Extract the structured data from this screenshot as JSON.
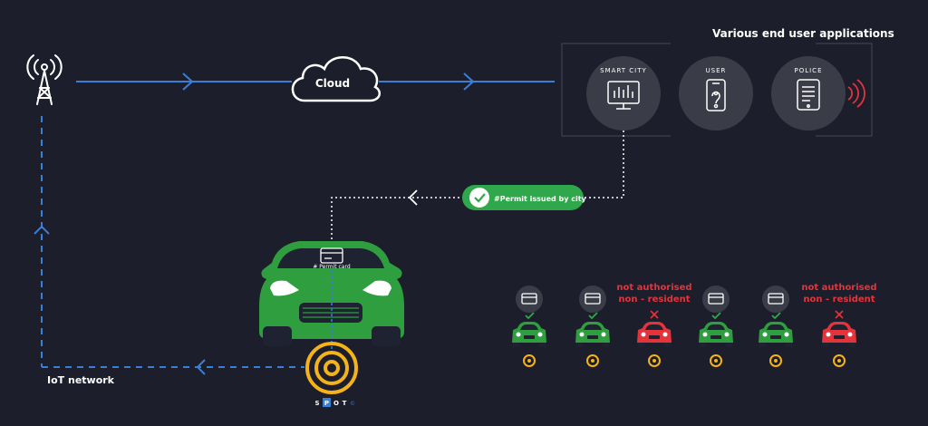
{
  "header": {
    "apps_title": "Various end user applications"
  },
  "network": {
    "iot_label": "IoT network",
    "cloud_label": "Cloud"
  },
  "apps": [
    {
      "label": "SMART CITY",
      "icon": "monitor-chart-icon"
    },
    {
      "label": "USER",
      "icon": "smartphone-icon"
    },
    {
      "label": "POLICE",
      "icon": "tablet-document-icon"
    }
  ],
  "permit": {
    "pill_label": "#Permit issued by city",
    "card_label": "# Permit card"
  },
  "sensor": {
    "brand_letters": [
      "S",
      "P",
      "O",
      "T",
      "©"
    ]
  },
  "parking_row": [
    {
      "status": "authorised"
    },
    {
      "status": "authorised"
    },
    {
      "status": "not_authorised",
      "label_line1": "not authorised",
      "label_line2": "non - resident"
    },
    {
      "status": "authorised"
    },
    {
      "status": "authorised"
    },
    {
      "status": "not_authorised",
      "label_line1": "not authorised",
      "label_line2": "non - resident"
    }
  ],
  "colors": {
    "background": "#1c1f2b",
    "link_blue": "#3a7fd5",
    "car_green": "#2f9e3f",
    "pill_green": "#2ea84a",
    "alert_red": "#e5333b",
    "sensor_yellow": "#f4b21b",
    "circle_grey": "#3a3d47"
  }
}
